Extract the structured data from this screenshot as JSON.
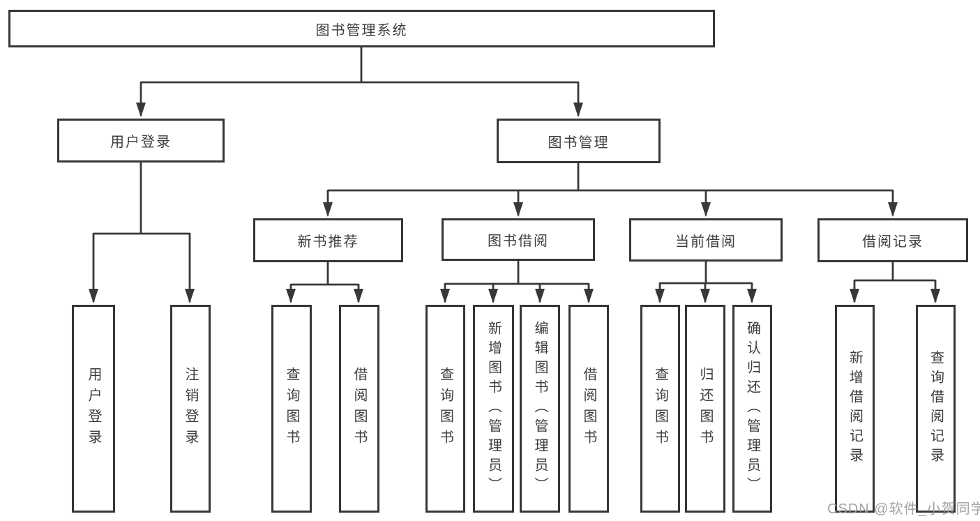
{
  "diagram": {
    "type": "tree",
    "nodes": {
      "root": {
        "label": "图书管理系统"
      },
      "user_login": {
        "label": "用户登录"
      },
      "book_management": {
        "label": "图书管理"
      },
      "new_book_recommend": {
        "label": "新书推荐"
      },
      "book_borrow": {
        "label": "图书借阅"
      },
      "current_borrow": {
        "label": "当前借阅"
      },
      "borrow_records": {
        "label": "借阅记录"
      },
      "leaf_user_login": {
        "label": "用户登录"
      },
      "leaf_logout": {
        "label": "注销登录"
      },
      "leaf_nb_query": {
        "label": "查询图书"
      },
      "leaf_nb_borrow": {
        "label": "借阅图书"
      },
      "leaf_bb_query": {
        "label": "查询图书"
      },
      "leaf_bb_add": {
        "label": "新增图书（管理员）"
      },
      "leaf_bb_edit": {
        "label": "编辑图书（管理员）"
      },
      "leaf_bb_borrow": {
        "label": "借阅图书"
      },
      "leaf_cb_query": {
        "label": "查询图书"
      },
      "leaf_cb_return": {
        "label": "归还图书"
      },
      "leaf_cb_confirm": {
        "label": "确认归还（管理员）"
      },
      "leaf_br_add": {
        "label": "新增借阅记录"
      },
      "leaf_br_query": {
        "label": "查询借阅记录"
      }
    },
    "structure": [
      {
        "parent": "root",
        "children": [
          "user_login",
          "book_management"
        ]
      },
      {
        "parent": "user_login",
        "children": [
          "leaf_user_login",
          "leaf_logout"
        ]
      },
      {
        "parent": "book_management",
        "children": [
          "new_book_recommend",
          "book_borrow",
          "current_borrow",
          "borrow_records"
        ]
      },
      {
        "parent": "new_book_recommend",
        "children": [
          "leaf_nb_query",
          "leaf_nb_borrow"
        ]
      },
      {
        "parent": "book_borrow",
        "children": [
          "leaf_bb_query",
          "leaf_bb_add",
          "leaf_bb_edit",
          "leaf_bb_borrow"
        ]
      },
      {
        "parent": "current_borrow",
        "children": [
          "leaf_cb_query",
          "leaf_cb_return",
          "leaf_cb_confirm"
        ]
      },
      {
        "parent": "borrow_records",
        "children": [
          "leaf_br_add",
          "leaf_br_query"
        ]
      }
    ]
  },
  "watermark": {
    "text": "CSDN @软件_小贺同学"
  },
  "colors": {
    "line": "#383838",
    "box_border": "#363636",
    "text": "#3d3d3d",
    "watermark": "#9b9b9b",
    "background": "#ffffff"
  }
}
